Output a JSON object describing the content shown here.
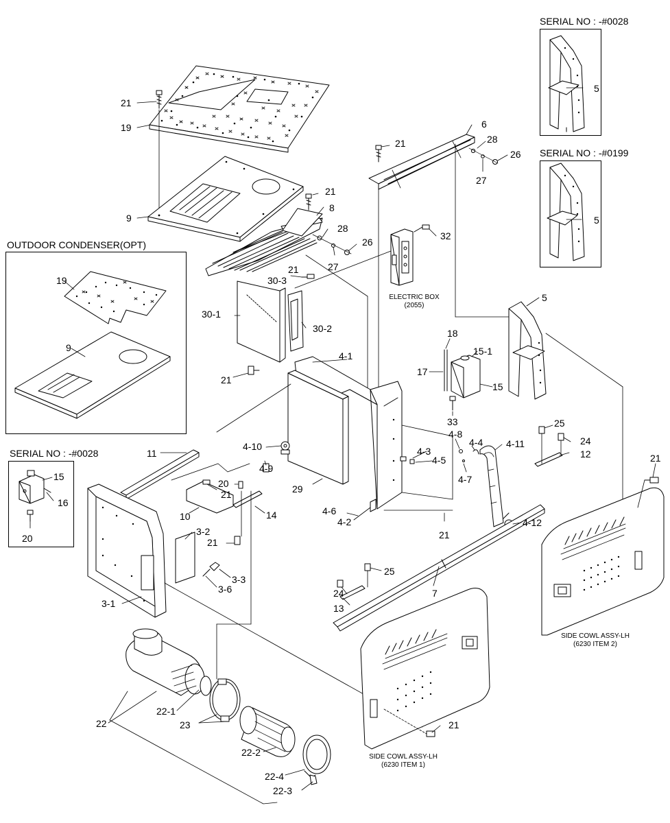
{
  "insets": {
    "serial_0028_top": "SERIAL NO : -#0028",
    "serial_0199": "SERIAL NO : -#0199",
    "outdoor_condenser": "OUTDOOR CONDENSER(OPT)",
    "serial_0028_left": "SERIAL NO : -#0028"
  },
  "captions": {
    "electric_box": "ELECTRIC BOX",
    "electric_box_ref": "(2055)",
    "side_cowl_rh": "SIDE COWL ASSY-LH",
    "side_cowl_rh_ref": "(6230 ITEM 2)",
    "side_cowl_lh": "SIDE COWL ASSY-LH",
    "side_cowl_lh_ref": "(6230 ITEM 1)"
  },
  "labels": {
    "p21a": "21",
    "p19": "19",
    "p9": "9",
    "p21b": "21",
    "p8": "8",
    "p28a": "28",
    "p26a": "26",
    "p27a": "27",
    "p21c": "21",
    "p30_3": "30-3",
    "p30_1": "30-1",
    "p30_2": "30-2",
    "p21d": "21",
    "p21e": "21",
    "p6": "6",
    "p28b": "28",
    "p26b": "26",
    "p27b": "27",
    "p32": "32",
    "p5a": "5",
    "p5b": "5",
    "p5c": "5",
    "p18": "18",
    "p15_1": "15-1",
    "p17": "17",
    "p15a": "15",
    "p33": "33",
    "p4_1": "4-1",
    "p4_10": "4-10",
    "p4_9": "4-9",
    "p29": "29",
    "p4_8": "4-8",
    "p4_3": "4-3",
    "p4_5": "4-5",
    "p4_4": "4-4",
    "p4_7": "4-7",
    "p4_11": "4-11",
    "p4_12": "4-12",
    "p4_6": "4-6",
    "p4_2": "4-2",
    "p21f": "21",
    "p25a": "25",
    "p24a": "24",
    "p12": "12",
    "p21g": "21",
    "p11": "11",
    "p20a": "20",
    "p21h": "21",
    "p10": "10",
    "p14": "14",
    "p3_2": "3-2",
    "p21i": "21",
    "p3_3": "3-3",
    "p3_6": "3-6",
    "p3_1": "3-1",
    "p25b": "25",
    "p24b": "24",
    "p13": "13",
    "p7": "7",
    "p22": "22",
    "p22_1": "22-1",
    "p23": "23",
    "p22_2": "22-2",
    "p22_4": "22-4",
    "p22_3": "22-3",
    "p21j": "21",
    "p19b": "19",
    "p9b": "9",
    "p15b": "15",
    "p16": "16",
    "p20b": "20"
  }
}
